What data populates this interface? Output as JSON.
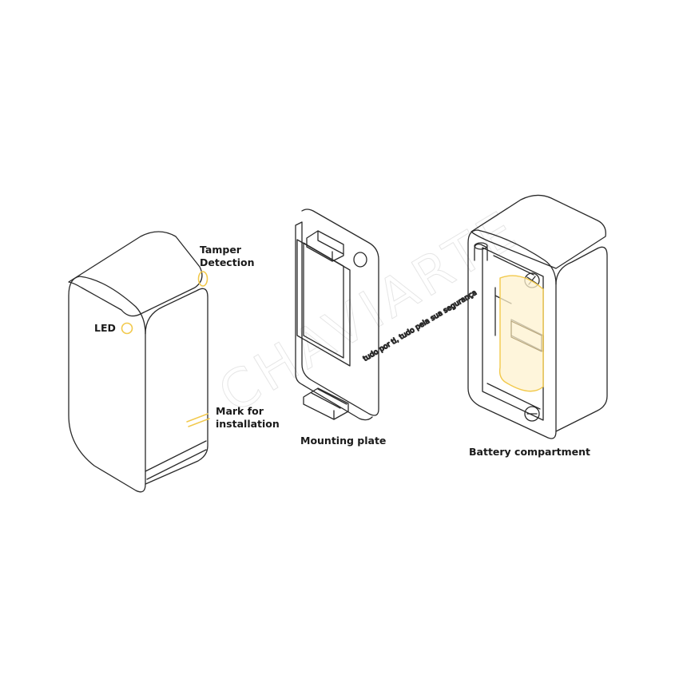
{
  "labels": {
    "tamper_line1": "Tamper",
    "tamper_line2": "Detection",
    "led": "LED",
    "mark_line1": "Mark for",
    "mark_line2": "installation",
    "mounting_plate": "Mounting plate",
    "battery_compartment": "Battery compartment"
  },
  "watermark": {
    "brand": "CHAVIARTE",
    "tagline": "tudo por ti, tudo pela sua segurança"
  },
  "colors": {
    "outline": "#2a2a2a",
    "highlight": "#f2c94c",
    "highlight_fill": "#fdf2cf",
    "watermark": "#e6e6e6",
    "background": "#ffffff"
  }
}
